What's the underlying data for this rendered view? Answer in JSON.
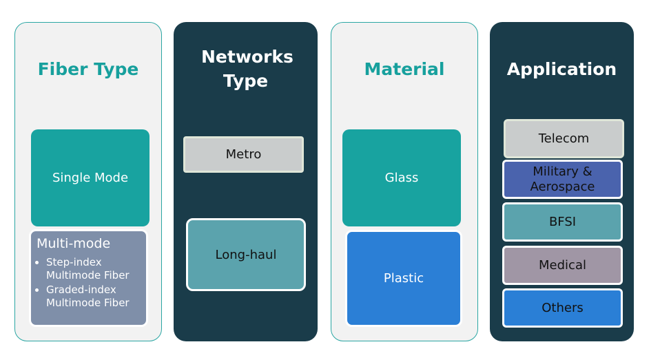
{
  "columns": [
    {
      "title": "Fiber Type",
      "items": [
        {
          "label": "Single Mode"
        },
        {
          "label": "Multi-mode",
          "bullets": [
            "Step-index Multimode Fiber",
            "Graded-index Multimode Fiber"
          ]
        }
      ]
    },
    {
      "title": "Networks Type",
      "items": [
        {
          "label": "Metro"
        },
        {
          "label": "Long-haul"
        }
      ]
    },
    {
      "title": "Material",
      "items": [
        {
          "label": "Glass"
        },
        {
          "label": "Plastic"
        }
      ]
    },
    {
      "title": "Application",
      "items": [
        {
          "label": "Telecom",
          "color": "#c9cccc"
        },
        {
          "label": "Military & Aerospace",
          "color": "#4a63ad"
        },
        {
          "label": "BFSI",
          "color": "#5ba3ad"
        },
        {
          "label": "Medical",
          "color": "#a096a5"
        },
        {
          "label": "Others",
          "color": "#2a7fd6"
        }
      ]
    }
  ],
  "colors": {
    "teal": "#18a3a0",
    "dark": "#1a3c4a",
    "light": "#f2f2f2",
    "multimode": "#7f8fa9",
    "plastic": "#2b7fd6",
    "longhaul": "#5ba3ad",
    "metro": "#c9cccc"
  }
}
